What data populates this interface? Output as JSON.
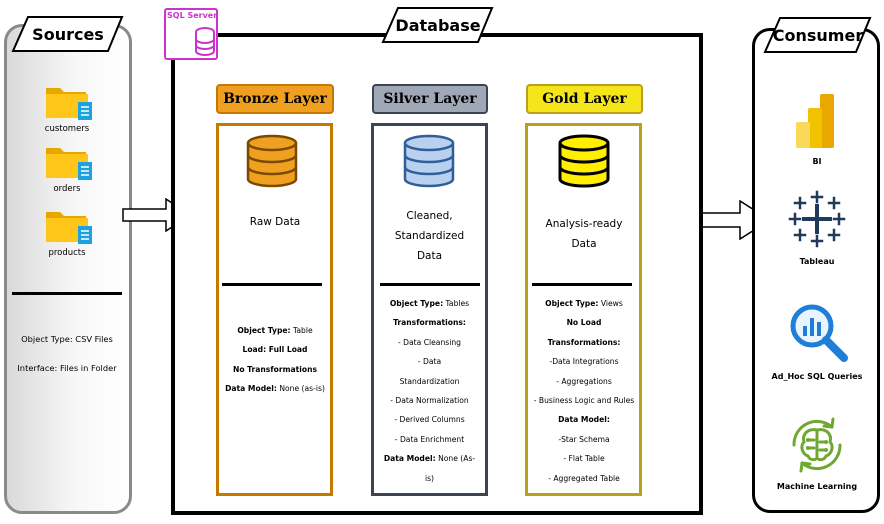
{
  "sources": {
    "title": "Sources",
    "items": [
      {
        "label": "customers",
        "icon": "folder-file-icon"
      },
      {
        "label": "orders",
        "icon": "folder-file-icon"
      },
      {
        "label": "products",
        "icon": "folder-file-icon"
      }
    ],
    "object_type": "Object Type: CSV Files",
    "interface": "Interface: Files in Folder"
  },
  "database": {
    "title": "Database",
    "sql_server_label": "SQL Server"
  },
  "layers": {
    "bronze": {
      "title": "Bronze Layer",
      "description": "Raw Data",
      "object_type_label": "Object Type:",
      "object_type_value": " Table",
      "load": "Load: Full Load",
      "transformations": "No Transformations",
      "data_model_label": "Data Model:",
      "data_model_value": " None (as-is)"
    },
    "silver": {
      "title": "Silver Layer",
      "description_1": "Cleaned,",
      "description_2": "Standardized",
      "description_3": "Data",
      "object_type_label": "Object Type:",
      "object_type_value": " Tables",
      "transformations_label": "Transformations:",
      "items": [
        "- Data Cleansing",
        "- Data",
        "Standardization",
        "- Data Normalization",
        "- Derived Columns",
        "- Data Enrichment"
      ],
      "data_model_label": "Data Model:",
      "data_model_value": " None (As-",
      "data_model_value_2": "is)"
    },
    "gold": {
      "title": "Gold Layer",
      "description_1": "Analysis-ready",
      "description_2": "Data",
      "object_type_label": "Object Type:",
      "object_type_value": " Views",
      "load": "No Load",
      "transformations_label": "Transformations:",
      "items": [
        "-Data Integrations",
        "- Aggregations",
        "- Business Logic and Rules"
      ],
      "data_model_label": "Data Model:",
      "models": [
        "-Star Schema",
        "- Flat Table",
        "- Aggregated Table"
      ]
    }
  },
  "consumer": {
    "title": "Consumer",
    "items": [
      {
        "label": "BI",
        "icon": "power-bi-icon"
      },
      {
        "label": "Tableau",
        "icon": "tableau-icon"
      },
      {
        "label": "Ad_Hoc SQL Queries",
        "icon": "analytics-search-icon"
      },
      {
        "label": "Machine Learning",
        "icon": "brain-circuit-icon"
      }
    ]
  },
  "colors": {
    "bronze": "#f0a020",
    "bronze_border": "#c77800",
    "silver": "#a0a8b8",
    "silver_border": "#3b4452",
    "gold": "#f4e61a",
    "gold_border": "#b9a11c",
    "sql_server": "#cc33cc"
  }
}
